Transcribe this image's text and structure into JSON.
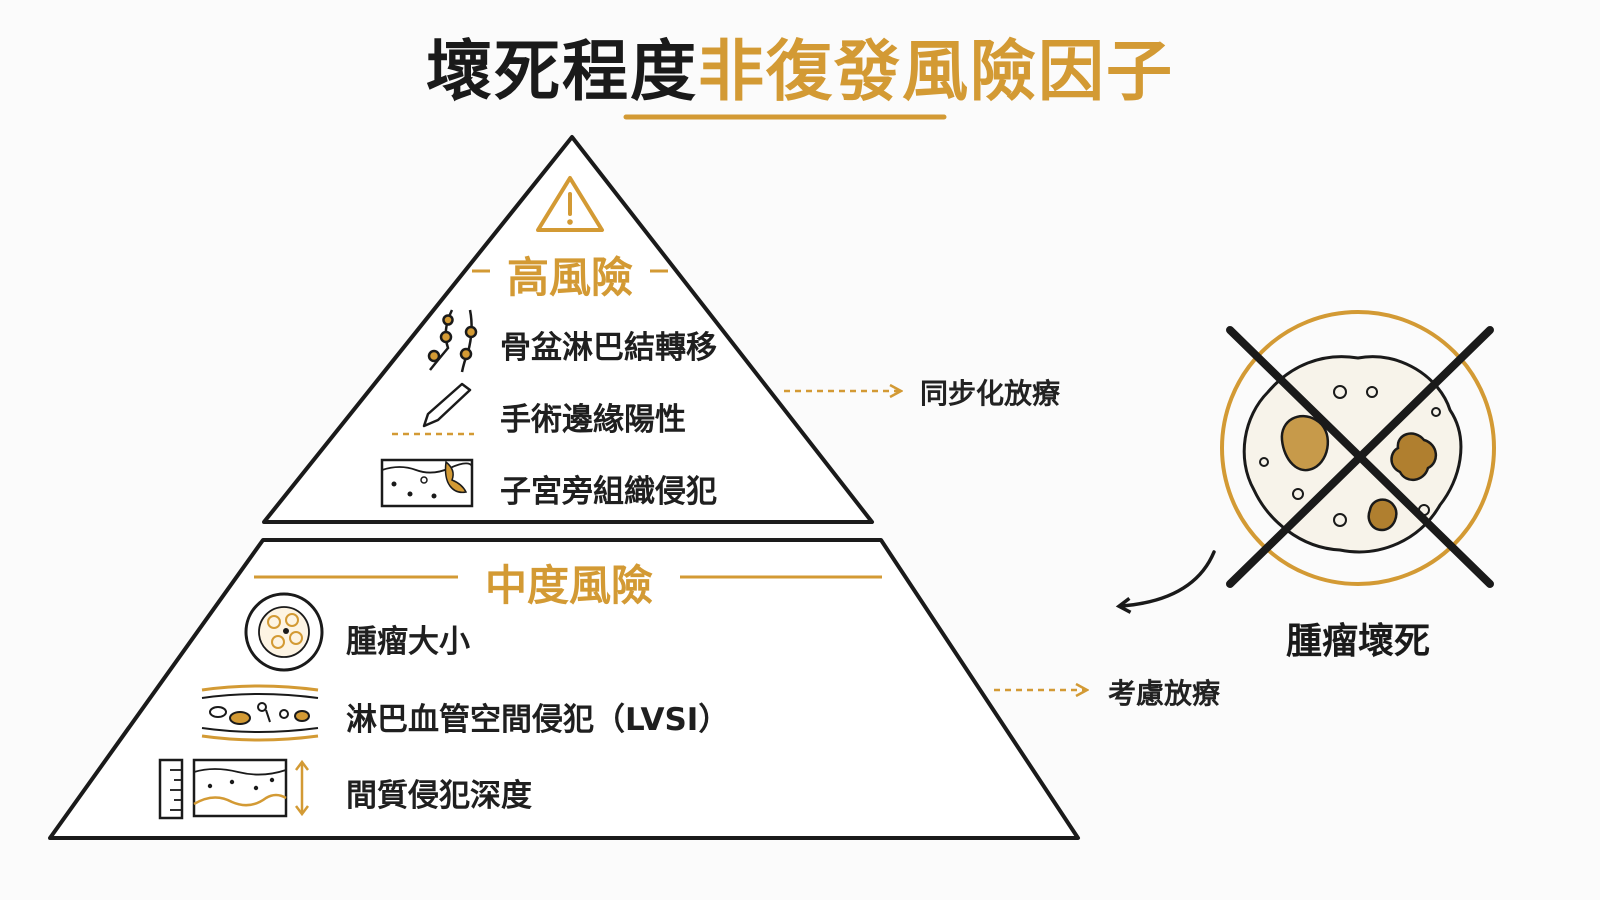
{
  "title": {
    "prefix": "壞死程度",
    "accent": "非復發風險因子"
  },
  "high_risk": {
    "label": "高風險",
    "items": [
      "骨盆淋巴結轉移",
      "手術邊緣陽性",
      "子宮旁組織侵犯"
    ],
    "action": "同步化放療"
  },
  "medium_risk": {
    "label": "中度風險",
    "items": [
      "腫瘤大小",
      "淋巴血管空間侵犯（LVSI）",
      "間質侵犯深度"
    ],
    "action": "考慮放療"
  },
  "necrosis": {
    "label": "腫瘤壞死"
  },
  "colors": {
    "accent": "#d39a34",
    "ink": "#1a1a1a",
    "background": "#fbfbfb"
  },
  "icons": {
    "high_tier": "warning-triangle-icon",
    "high_items": [
      "lymph-node-chain-icon",
      "scalpel-icon",
      "tissue-invasion-icon"
    ],
    "medium_items": [
      "tumor-cell-cluster-icon",
      "lymph-vessel-icon",
      "stromal-depth-icon"
    ],
    "necrosis": "necrotic-tumor-crossed-icon"
  }
}
